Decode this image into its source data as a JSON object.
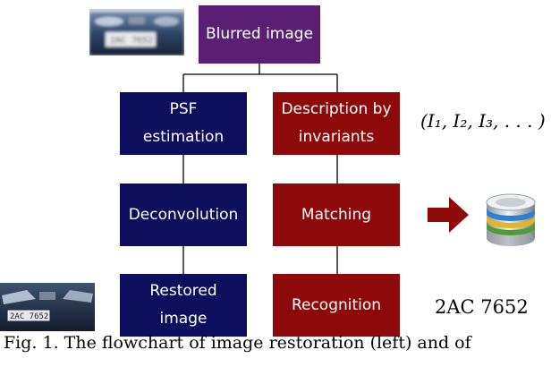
{
  "nodes": {
    "blurred_image": "Blurred image",
    "psf_estimation": "PSF\nestimation",
    "description_by_invariants": "Description by\ninvariants",
    "deconvolution": "Deconvolution",
    "matching": "Matching",
    "restored_image": "Restored\nimage",
    "recognition": "Recognition"
  },
  "annotations": {
    "invariants_tuple": "(I₁, I₂, I₃, . . . )",
    "plate_result": "2AC 7652"
  },
  "caption": "Fig. 1. The flowchart of image restoration (left) and of",
  "colors": {
    "blurred_node": "#5a1f73",
    "restoration_nodes": "#0d0f5e",
    "recognition_nodes": "#8e0a0a",
    "arrow": "#8e0a0a"
  },
  "icons": {
    "top_photo": "blurred-car-photo",
    "bottom_photo": "restored-car-photo",
    "database": "database-icon",
    "arrow": "right-arrow-icon"
  }
}
